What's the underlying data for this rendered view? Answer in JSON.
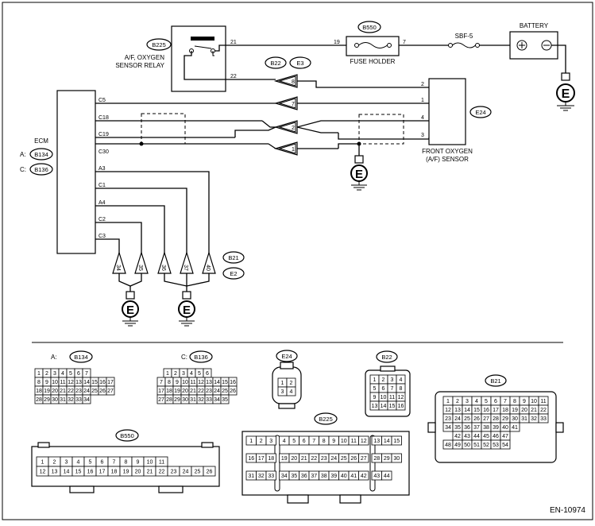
{
  "components": {
    "ecm": {
      "name": "ECM",
      "conn_a": "A:",
      "conn_a_id": "B134",
      "conn_c": "C:",
      "conn_c_id": "B136"
    },
    "relay": {
      "id": "B225",
      "name_line1": "A/F, OXYGEN",
      "name_line2": "SENSOR RELAY"
    },
    "fuse_holder": {
      "id": "B550",
      "name": "FUSE HOLDER"
    },
    "fuse": {
      "name": "SBF-5"
    },
    "battery": {
      "name": "BATTERY"
    },
    "sensor": {
      "id": "E24",
      "name_line1": "FRONT OXYGEN",
      "name_line2": "(A/F) SENSOR"
    },
    "ground_mark": "E",
    "joint_top": {
      "left": "B22",
      "right": "E3"
    },
    "joint_bottom": {
      "top": "B21",
      "bottom": "E2"
    },
    "doc_code": "EN-10974"
  },
  "wires": {
    "relay_21": "21",
    "relay_22": "22",
    "fuse_19": "19",
    "fuse_7": "7",
    "ecm_c5": "C5",
    "ecm_c18": "C18",
    "ecm_c19": "C19",
    "ecm_c30": "C30",
    "ecm_a3": "A3",
    "ecm_c1": "C1",
    "ecm_a4": "A4",
    "ecm_c2": "C2",
    "ecm_c3": "C3",
    "conn_8": "8",
    "conn_7": "7",
    "conn_2": "2",
    "conn_1": "1",
    "sensor_2": "2",
    "sensor_1": "1",
    "sensor_4": "4",
    "sensor_3": "3",
    "bot_34": "34",
    "bot_35": "35",
    "bot_36": "36",
    "bot_37": "37",
    "bot_40": "40"
  },
  "connectors": {
    "b134": {
      "label": "A:",
      "id": "B134",
      "rows": [
        [
          "1",
          "2",
          "3",
          "4",
          "5",
          "6",
          "7"
        ],
        [
          "8",
          "9",
          "10",
          "11",
          "12",
          "13",
          "14",
          "15",
          "16",
          "17"
        ],
        [
          "18",
          "19",
          "20",
          "21",
          "22",
          "23",
          "24",
          "25",
          "26",
          "27"
        ],
        [
          "28",
          "29",
          "30",
          "31",
          "32",
          "33",
          "34"
        ]
      ]
    },
    "b136": {
      "label": "C:",
      "id": "B136",
      "rows": [
        [
          "1",
          "2",
          "3",
          "4",
          "5",
          "6"
        ],
        [
          "7",
          "8",
          "9",
          "10",
          "11",
          "12",
          "13",
          "14",
          "15",
          "16"
        ],
        [
          "17",
          "18",
          "19",
          "20",
          "21",
          "22",
          "23",
          "24",
          "25",
          "26"
        ],
        [
          "27",
          "28",
          "29",
          "30",
          "31",
          "32",
          "33",
          "34",
          "35"
        ]
      ]
    },
    "e24": {
      "id": "E24",
      "rows": [
        [
          "1",
          "2"
        ],
        [
          "3",
          "4"
        ]
      ]
    },
    "b22": {
      "id": "B22",
      "rows": [
        [
          "1",
          "2",
          "3",
          "4"
        ],
        [
          "5",
          "6",
          "7",
          "8"
        ],
        [
          "9",
          "10",
          "11",
          "12"
        ],
        [
          "13",
          "14",
          "15",
          "16"
        ]
      ]
    },
    "b21": {
      "id": "B21",
      "rows": [
        [
          "1",
          "2",
          "3",
          "4",
          "5",
          "6",
          "7",
          "8",
          "9",
          "10",
          "11"
        ],
        [
          "12",
          "13",
          "14",
          "15",
          "16",
          "17",
          "18",
          "19",
          "20",
          "21",
          "22"
        ],
        [
          "23",
          "24",
          "25",
          "26",
          "27",
          "28",
          "29",
          "30",
          "31",
          "32",
          "33"
        ],
        [
          "34",
          "35",
          "36",
          "37",
          "38",
          "39",
          "40",
          "41"
        ],
        [
          "42",
          "43",
          "44",
          "45",
          "46",
          "47"
        ],
        [
          "48",
          "49",
          "50",
          "51",
          "52",
          "53",
          "54"
        ]
      ]
    },
    "b550": {
      "id": "B550",
      "rows": [
        [
          "1",
          "2",
          "3",
          "4",
          "5",
          "6",
          "7",
          "8",
          "9",
          "10",
          "11"
        ],
        [
          "12",
          "13",
          "14",
          "15",
          "16",
          "17",
          "18",
          "19",
          "20",
          "21",
          "22",
          "23",
          "24",
          "25",
          "26"
        ]
      ]
    },
    "b225": {
      "id": "B225",
      "pins": [
        "1",
        "2",
        "3",
        "4",
        "5",
        "6",
        "7",
        "8",
        "9",
        "10",
        "11",
        "12",
        "13",
        "14",
        "15",
        "16",
        "17",
        "18",
        "19",
        "20",
        "21",
        "22",
        "23",
        "24",
        "25",
        "26",
        "27",
        "28",
        "29",
        "30",
        "31",
        "32",
        "33",
        "34",
        "35",
        "36",
        "37",
        "38",
        "39",
        "40",
        "41",
        "42",
        "43",
        "44"
      ]
    }
  }
}
